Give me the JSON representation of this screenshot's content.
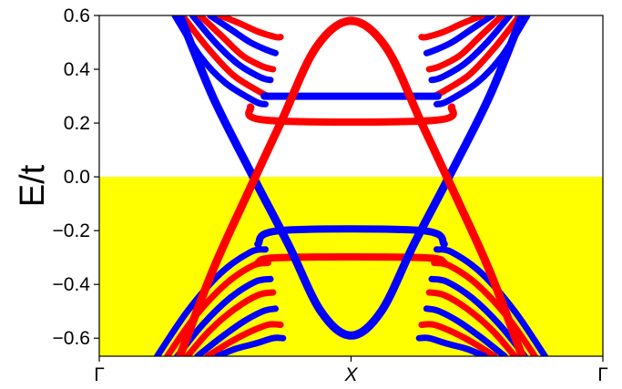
{
  "chart_data": {
    "type": "line",
    "title": "",
    "xlabel": "",
    "ylabel": "E/t",
    "ylim": [
      -0.667,
      0.6
    ],
    "xlim": [
      0,
      2
    ],
    "grid": false,
    "legend": "none",
    "xticks": [
      {
        "value": 0,
        "label": "Γ"
      },
      {
        "value": 1,
        "label": "X"
      },
      {
        "value": 2,
        "label": "Γ"
      }
    ],
    "yticks": [
      {
        "value": 0.6,
        "label": "0.6"
      },
      {
        "value": 0.4,
        "label": "0.4"
      },
      {
        "value": 0.2,
        "label": "0.2"
      },
      {
        "value": 0.0,
        "label": "0.0"
      },
      {
        "value": -0.2,
        "label": "−0.2"
      },
      {
        "value": -0.4,
        "label": "−0.4"
      },
      {
        "value": -0.6,
        "label": "−0.6"
      }
    ],
    "shaded_region": {
      "y_from": -0.667,
      "y_to": 0.0,
      "color": "#ffff00"
    },
    "colors": {
      "blue": "#0000ff",
      "red": "#ff0000"
    },
    "series": [
      {
        "color": "blue",
        "kind": "edge",
        "points": [
          [
            0.32,
            0.6
          ],
          [
            0.45,
            0.3
          ],
          [
            0.6,
            0.02
          ],
          [
            0.75,
            -0.25
          ],
          [
            0.88,
            -0.5
          ],
          [
            1.0,
            -0.59
          ],
          [
            1.12,
            -0.5
          ],
          [
            1.25,
            -0.25
          ],
          [
            1.4,
            0.02
          ],
          [
            1.55,
            0.3
          ],
          [
            1.68,
            0.6
          ]
        ]
      },
      {
        "color": "red",
        "kind": "edge",
        "points": [
          [
            0.32,
            -0.667
          ],
          [
            0.45,
            -0.35
          ],
          [
            0.58,
            -0.08
          ],
          [
            0.72,
            0.2
          ],
          [
            0.86,
            0.48
          ],
          [
            1.0,
            0.58
          ],
          [
            1.14,
            0.48
          ],
          [
            1.28,
            0.2
          ],
          [
            1.42,
            -0.08
          ],
          [
            1.55,
            -0.35
          ],
          [
            1.68,
            -0.667
          ]
        ]
      },
      {
        "color": "blue",
        "kind": "flat",
        "points": [
          [
            0.63,
            -0.25
          ],
          [
            0.72,
            -0.2
          ],
          [
            1.28,
            -0.2
          ],
          [
            1.37,
            -0.25
          ]
        ]
      },
      {
        "color": "red",
        "kind": "flat",
        "points": [
          [
            0.63,
            -0.32
          ],
          [
            0.72,
            -0.3
          ],
          [
            1.28,
            -0.3
          ],
          [
            1.37,
            -0.32
          ]
        ]
      },
      {
        "color": "red",
        "kind": "flat",
        "points": [
          [
            0.6,
            0.26
          ],
          [
            0.67,
            0.21
          ],
          [
            1.33,
            0.21
          ],
          [
            1.4,
            0.26
          ]
        ]
      },
      {
        "color": "blue",
        "kind": "flat",
        "points": [
          [
            0.66,
            0.3
          ],
          [
            0.72,
            0.3
          ],
          [
            1.28,
            0.3
          ],
          [
            1.34,
            0.3
          ]
        ]
      },
      {
        "color": "blue",
        "kind": "bulk",
        "points": [
          [
            0.3,
            0.6
          ],
          [
            0.4,
            0.45
          ],
          [
            0.5,
            0.35
          ],
          [
            0.62,
            0.28
          ],
          [
            0.66,
            0.27
          ]
        ]
      },
      {
        "color": "red",
        "kind": "bulk",
        "points": [
          [
            0.33,
            0.6
          ],
          [
            0.43,
            0.48
          ],
          [
            0.53,
            0.38
          ],
          [
            0.63,
            0.32
          ],
          [
            0.67,
            0.3
          ]
        ]
      },
      {
        "color": "blue",
        "kind": "bulk",
        "points": [
          [
            0.37,
            0.6
          ],
          [
            0.46,
            0.5
          ],
          [
            0.55,
            0.42
          ],
          [
            0.64,
            0.37
          ],
          [
            0.68,
            0.36
          ]
        ]
      },
      {
        "color": "red",
        "kind": "bulk",
        "points": [
          [
            0.4,
            0.6
          ],
          [
            0.49,
            0.52
          ],
          [
            0.57,
            0.45
          ],
          [
            0.65,
            0.41
          ],
          [
            0.69,
            0.4
          ]
        ]
      },
      {
        "color": "blue",
        "kind": "bulk",
        "points": [
          [
            0.44,
            0.6
          ],
          [
            0.52,
            0.55
          ],
          [
            0.6,
            0.5
          ],
          [
            0.67,
            0.47
          ],
          [
            0.7,
            0.46
          ]
        ]
      },
      {
        "color": "red",
        "kind": "bulk",
        "points": [
          [
            0.48,
            0.6
          ],
          [
            0.56,
            0.57
          ],
          [
            0.63,
            0.54
          ],
          [
            0.7,
            0.52
          ],
          [
            0.72,
            0.52
          ]
        ]
      },
      {
        "color": "blue",
        "kind": "bulk",
        "points": [
          [
            1.34,
            0.27
          ],
          [
            1.38,
            0.28
          ],
          [
            1.5,
            0.35
          ],
          [
            1.6,
            0.45
          ],
          [
            1.7,
            0.6
          ]
        ]
      },
      {
        "color": "red",
        "kind": "bulk",
        "points": [
          [
            1.33,
            0.3
          ],
          [
            1.37,
            0.32
          ],
          [
            1.47,
            0.38
          ],
          [
            1.57,
            0.48
          ],
          [
            1.67,
            0.6
          ]
        ]
      },
      {
        "color": "blue",
        "kind": "bulk",
        "points": [
          [
            1.32,
            0.36
          ],
          [
            1.36,
            0.37
          ],
          [
            1.45,
            0.42
          ],
          [
            1.54,
            0.5
          ],
          [
            1.63,
            0.6
          ]
        ]
      },
      {
        "color": "red",
        "kind": "bulk",
        "points": [
          [
            1.31,
            0.4
          ],
          [
            1.35,
            0.41
          ],
          [
            1.43,
            0.45
          ],
          [
            1.51,
            0.52
          ],
          [
            1.6,
            0.6
          ]
        ]
      },
      {
        "color": "blue",
        "kind": "bulk",
        "points": [
          [
            1.3,
            0.46
          ],
          [
            1.33,
            0.47
          ],
          [
            1.4,
            0.5
          ],
          [
            1.48,
            0.55
          ],
          [
            1.56,
            0.6
          ]
        ]
      },
      {
        "color": "red",
        "kind": "bulk",
        "points": [
          [
            1.28,
            0.52
          ],
          [
            1.3,
            0.52
          ],
          [
            1.37,
            0.54
          ],
          [
            1.44,
            0.57
          ],
          [
            1.52,
            0.6
          ]
        ]
      },
      {
        "color": "blue",
        "kind": "bulk",
        "points": [
          [
            0.23,
            -0.667
          ],
          [
            0.35,
            -0.5
          ],
          [
            0.48,
            -0.36
          ],
          [
            0.6,
            -0.28
          ],
          [
            0.66,
            -0.27
          ]
        ]
      },
      {
        "color": "red",
        "kind": "bulk",
        "points": [
          [
            0.27,
            -0.667
          ],
          [
            0.38,
            -0.52
          ],
          [
            0.5,
            -0.4
          ],
          [
            0.61,
            -0.33
          ],
          [
            0.67,
            -0.32
          ]
        ]
      },
      {
        "color": "blue",
        "kind": "bulk",
        "points": [
          [
            0.31,
            -0.667
          ],
          [
            0.41,
            -0.55
          ],
          [
            0.52,
            -0.45
          ],
          [
            0.62,
            -0.39
          ],
          [
            0.68,
            -0.38
          ]
        ]
      },
      {
        "color": "red",
        "kind": "bulk",
        "points": [
          [
            0.35,
            -0.667
          ],
          [
            0.44,
            -0.57
          ],
          [
            0.54,
            -0.49
          ],
          [
            0.63,
            -0.44
          ],
          [
            0.69,
            -0.43
          ]
        ]
      },
      {
        "color": "blue",
        "kind": "bulk",
        "points": [
          [
            0.39,
            -0.667
          ],
          [
            0.48,
            -0.6
          ],
          [
            0.57,
            -0.54
          ],
          [
            0.65,
            -0.5
          ],
          [
            0.7,
            -0.49
          ]
        ]
      },
      {
        "color": "red",
        "kind": "bulk",
        "points": [
          [
            0.43,
            -0.667
          ],
          [
            0.51,
            -0.62
          ],
          [
            0.59,
            -0.58
          ],
          [
            0.67,
            -0.55
          ],
          [
            0.72,
            -0.55
          ]
        ]
      },
      {
        "color": "blue",
        "kind": "bulk",
        "points": [
          [
            0.47,
            -0.667
          ],
          [
            0.54,
            -0.64
          ],
          [
            0.62,
            -0.62
          ],
          [
            0.69,
            -0.6
          ],
          [
            0.73,
            -0.6
          ]
        ]
      },
      {
        "color": "blue",
        "kind": "bulk",
        "points": [
          [
            1.34,
            -0.27
          ],
          [
            1.4,
            -0.28
          ],
          [
            1.52,
            -0.36
          ],
          [
            1.65,
            -0.5
          ],
          [
            1.77,
            -0.667
          ]
        ]
      },
      {
        "color": "red",
        "kind": "bulk",
        "points": [
          [
            1.33,
            -0.32
          ],
          [
            1.39,
            -0.33
          ],
          [
            1.5,
            -0.4
          ],
          [
            1.62,
            -0.52
          ],
          [
            1.73,
            -0.667
          ]
        ]
      },
      {
        "color": "blue",
        "kind": "bulk",
        "points": [
          [
            1.32,
            -0.38
          ],
          [
            1.38,
            -0.39
          ],
          [
            1.48,
            -0.45
          ],
          [
            1.59,
            -0.55
          ],
          [
            1.69,
            -0.667
          ]
        ]
      },
      {
        "color": "red",
        "kind": "bulk",
        "points": [
          [
            1.31,
            -0.43
          ],
          [
            1.37,
            -0.44
          ],
          [
            1.46,
            -0.49
          ],
          [
            1.56,
            -0.57
          ],
          [
            1.65,
            -0.667
          ]
        ]
      },
      {
        "color": "blue",
        "kind": "bulk",
        "points": [
          [
            1.3,
            -0.49
          ],
          [
            1.35,
            -0.5
          ],
          [
            1.43,
            -0.54
          ],
          [
            1.52,
            -0.6
          ],
          [
            1.61,
            -0.667
          ]
        ]
      },
      {
        "color": "red",
        "kind": "bulk",
        "points": [
          [
            1.28,
            -0.55
          ],
          [
            1.33,
            -0.55
          ],
          [
            1.41,
            -0.58
          ],
          [
            1.49,
            -0.62
          ],
          [
            1.57,
            -0.667
          ]
        ]
      },
      {
        "color": "blue",
        "kind": "bulk",
        "points": [
          [
            1.27,
            -0.6
          ],
          [
            1.31,
            -0.6
          ],
          [
            1.38,
            -0.62
          ],
          [
            1.46,
            -0.64
          ],
          [
            1.53,
            -0.667
          ]
        ]
      }
    ]
  }
}
